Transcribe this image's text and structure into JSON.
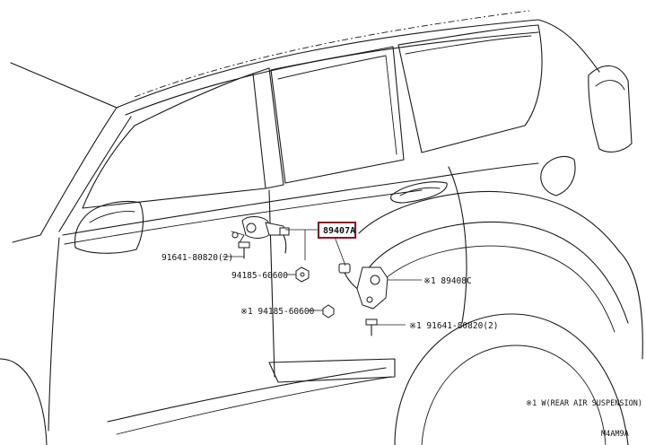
{
  "callouts": {
    "main_part": "89407A",
    "rear_sensor": "※1  89408C",
    "bolt_left": "91641-80820(2)",
    "bolt_right": "※1  91641-80820(2)",
    "nut_upper": "94185-60600",
    "nut_lower": "※1  94185-60600"
  },
  "footnote": "※1 W(REAR AIR SUSPENSION)",
  "drawing_code": "M4AM9A",
  "colors": {
    "highlight_box": "#8a1326",
    "line": "#1a1a1a"
  }
}
